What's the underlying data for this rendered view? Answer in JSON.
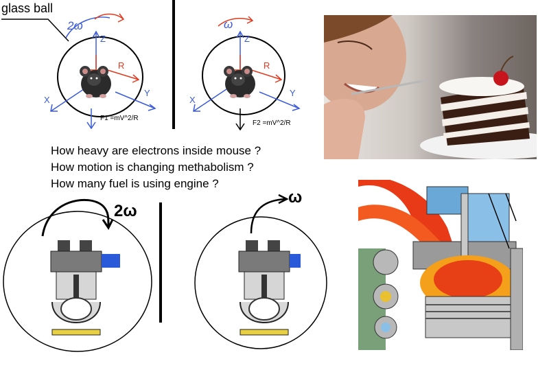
{
  "labels": {
    "glass_ball": "glass ball"
  },
  "diagram_left": {
    "omega": "2ω",
    "z": "Z",
    "r": "R",
    "x": "X",
    "y": "Y",
    "force": "F1 =mV^2/R"
  },
  "diagram_right": {
    "omega": "ω",
    "z": "Z",
    "r": "R",
    "x": "X",
    "y": "Y",
    "force": "F2 =mV^2/R"
  },
  "questions": [
    "How heavy are electrons inside mouse ?",
    "How motion is changing methabolism ?",
    "How many fuel is using engine ?"
  ],
  "engine_left": {
    "omega": "2ω"
  },
  "engine_right": {
    "omega": "ω"
  },
  "colors": {
    "blue_axis": "#3a5bd9",
    "red_axis": "#e03a1e",
    "ink": "#000000"
  }
}
